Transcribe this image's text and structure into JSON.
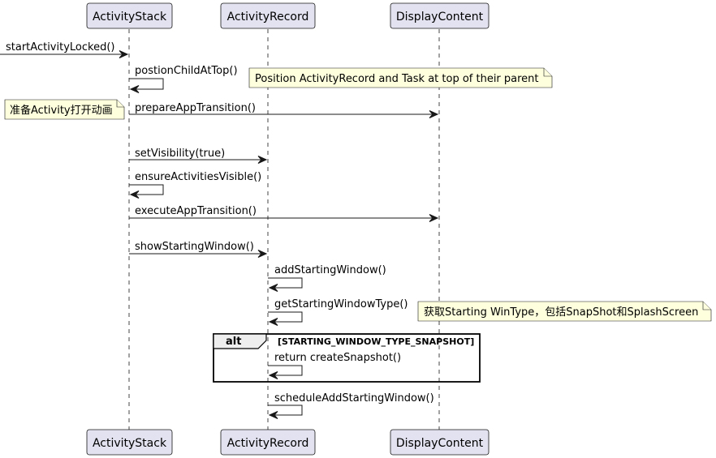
{
  "participants": [
    {
      "id": "as",
      "label": "ActivityStack"
    },
    {
      "id": "ar",
      "label": "ActivityRecord"
    },
    {
      "id": "dc",
      "label": "DisplayContent"
    }
  ],
  "messages": [
    {
      "id": "m1",
      "from": "external",
      "to": "as",
      "label": "startActivityLocked()"
    },
    {
      "id": "m2",
      "from": "as",
      "to": "as",
      "label": "postionChildAtTop()"
    },
    {
      "id": "m3",
      "from": "as",
      "to": "dc",
      "label": "prepareAppTransition()"
    },
    {
      "id": "m4",
      "from": "as",
      "to": "ar",
      "label": "setVisibility(true)"
    },
    {
      "id": "m5",
      "from": "as",
      "to": "as",
      "label": "ensureActivitiesVisible()"
    },
    {
      "id": "m6",
      "from": "as",
      "to": "dc",
      "label": "executeAppTransition()"
    },
    {
      "id": "m7",
      "from": "as",
      "to": "ar",
      "label": "showStartingWindow()"
    },
    {
      "id": "m8",
      "from": "ar",
      "to": "ar",
      "label": "addStartingWindow()"
    },
    {
      "id": "m9",
      "from": "ar",
      "to": "ar",
      "label": "getStartingWindowType()"
    },
    {
      "id": "m10",
      "from": "ar",
      "to": "ar",
      "label": "return createSnapshot()"
    },
    {
      "id": "m11",
      "from": "ar",
      "to": "ar",
      "label": "scheduleAddStartingWindow()"
    }
  ],
  "notes": [
    {
      "id": "n1",
      "text": "Position ActivityRecord and Task at top of their parent"
    },
    {
      "id": "n2",
      "text": "准备Activity打开动画"
    },
    {
      "id": "n3",
      "text": "获取Starting WinType，包括SnapShot和SplashScreen"
    }
  ],
  "frame": {
    "operator": "alt",
    "guard": "[STARTING_WINDOW_TYPE_SNAPSHOT]"
  },
  "colors": {
    "participant_fill": "#E2E2F0",
    "note_fill": "#FEFFDD",
    "frame_tab_fill": "#EEEEEE",
    "line": "#181818"
  }
}
